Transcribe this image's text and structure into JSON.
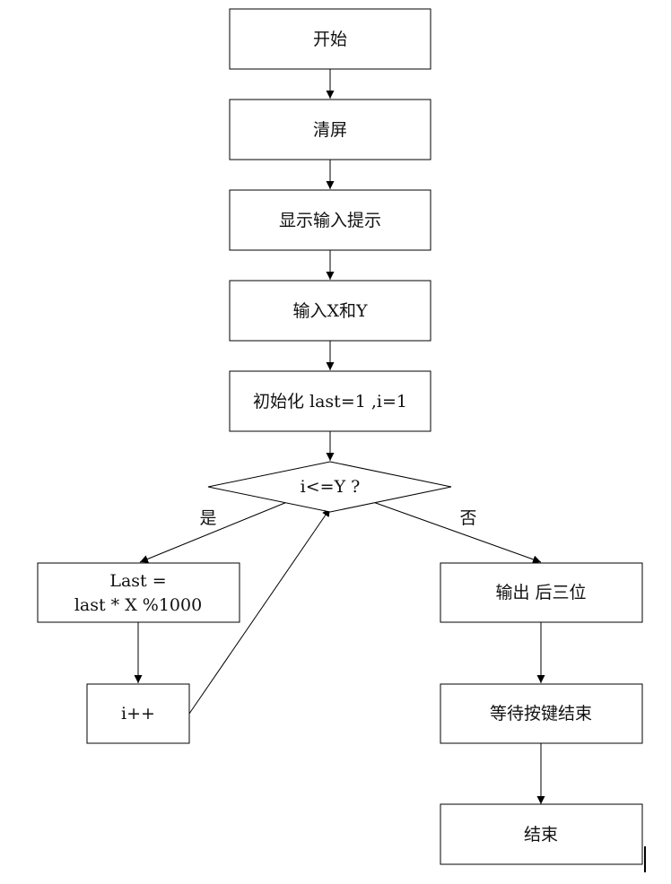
{
  "nodes": {
    "start": "开始",
    "clear": "清屏",
    "prompt": "显示输入提示",
    "input": "输入X和Y",
    "init": "初始化 last=1 ,i=1",
    "decision": "i<=Y ?",
    "calc_line1": "Last =",
    "calc_line2": "last * X %1000",
    "incr": "i++",
    "output": "输出 后三位",
    "wait": "等待按键结束",
    "end": "结束"
  },
  "edges": {
    "yes_label": "是",
    "no_label": "否"
  }
}
